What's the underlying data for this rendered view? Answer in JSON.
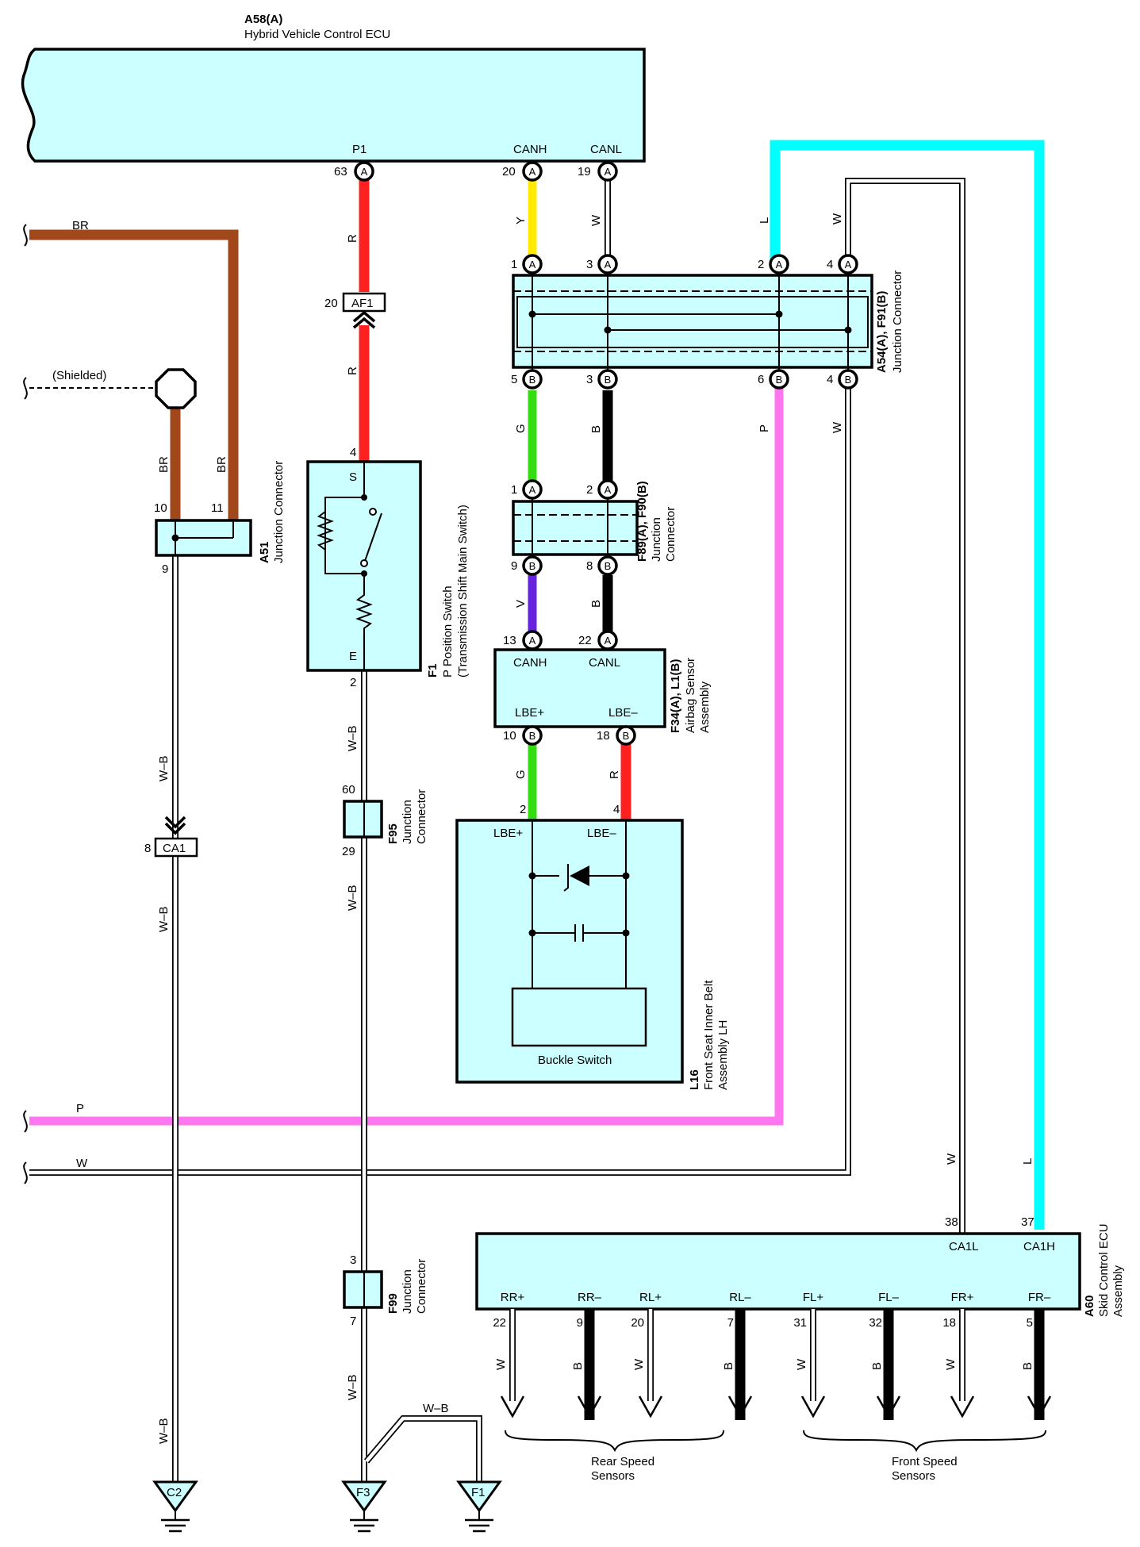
{
  "components": {
    "ecu_hv": {
      "code": "A58(A)",
      "name": "Hybrid Vehicle Control ECU",
      "pins": {
        "p1": "P1",
        "canh": "CANH",
        "canl": "CANL"
      }
    },
    "jc_a54": {
      "code": "A54(A), F91(B)",
      "name": "Junction Connector"
    },
    "jc_a51": {
      "code": "A51",
      "name": "Junction Connector"
    },
    "p_switch": {
      "code": "F1",
      "name": "P Position Switch",
      "name2": "(Transmission Shift Main Switch)",
      "pin_s": "S",
      "pin_e": "E"
    },
    "jc_f89": {
      "code": "F89(A), F90(B)",
      "name": "Junction",
      "name2": "Connector"
    },
    "airbag": {
      "code": "F34(A), L1(B)",
      "name": "Airbag Sensor",
      "name2": "Assembly",
      "canh": "CANH",
      "canl": "CANL",
      "lbe_p": "LBE+",
      "lbe_m": "LBE–"
    },
    "belt": {
      "code": "L16",
      "name": "Front Seat Inner Belt",
      "name2": "Assembly LH",
      "lbe_p": "LBE+",
      "lbe_m": "LBE–",
      "buckle": "Buckle Switch"
    },
    "jc_f95": {
      "code": "F95",
      "name": "Junction",
      "name2": "Connector"
    },
    "jc_f99": {
      "code": "F99",
      "name": "Junction",
      "name2": "Connector"
    },
    "skid": {
      "code": "A60",
      "name": "Skid Control ECU",
      "name2": "Assembly",
      "top_pins": [
        "CA1L",
        "CA1H"
      ],
      "bottom_pins": [
        "RR+",
        "RR–",
        "RL+",
        "RL–",
        "FL+",
        "FL–",
        "FR+",
        "FR–"
      ],
      "bottom_nums": [
        "22",
        "9",
        "20",
        "7",
        "31",
        "32",
        "18",
        "5"
      ],
      "bottom_colors": [
        "W",
        "B",
        "W",
        "B",
        "W",
        "B",
        "W",
        "B"
      ]
    }
  },
  "pins": {
    "hv_p1": "63",
    "hv_canh": "20",
    "hv_canl": "19",
    "a54_1": "1",
    "a54_3": "3",
    "a54_2": "2",
    "a54_4": "4",
    "b54_5": "5",
    "b54_3": "3",
    "b54_6": "6",
    "b54_4": "4",
    "f89_1": "1",
    "f89_2": "2",
    "f89_9": "9",
    "f89_8": "8",
    "ab_13": "13",
    "ab_22": "22",
    "ab_10": "10",
    "ab_18": "18",
    "belt_2": "2",
    "belt_4": "4",
    "sw_4": "4",
    "sw_2": "2",
    "a51_10": "10",
    "a51_11": "11",
    "a51_9": "9",
    "af1_num": "20",
    "ca1_num": "8",
    "f95_60": "60",
    "f95_29": "29",
    "f99_3": "3",
    "f99_7": "7",
    "skid_38": "38",
    "skid_37": "37",
    "pin_letter_a": "A",
    "pin_letter_b": "B"
  },
  "inline_connectors": {
    "af1": "AF1",
    "ca1": "CA1"
  },
  "grounds": {
    "c2": "C2",
    "f3": "F3",
    "f1": "F1"
  },
  "wire_colors": {
    "y": "Y",
    "w": "W",
    "r": "R",
    "l": "L",
    "g": "G",
    "b": "B",
    "v": "V",
    "p": "P",
    "br": "BR",
    "wb": "W–B",
    "shielded": "(Shielded)"
  },
  "sensor_groups": {
    "rear": [
      "Rear Speed",
      "Sensors"
    ],
    "front": [
      "Front Speed",
      "Sensors"
    ]
  },
  "colors": {
    "box_fill": "#ccffff",
    "red": "#ff2020",
    "yellow": "#ffea00",
    "green": "#33dd11",
    "black": "#000000",
    "violet": "#6622dd",
    "pink": "#ff77ee",
    "cyan": "#00ffff",
    "brown": "#a0481a",
    "white": "#ffffff"
  }
}
